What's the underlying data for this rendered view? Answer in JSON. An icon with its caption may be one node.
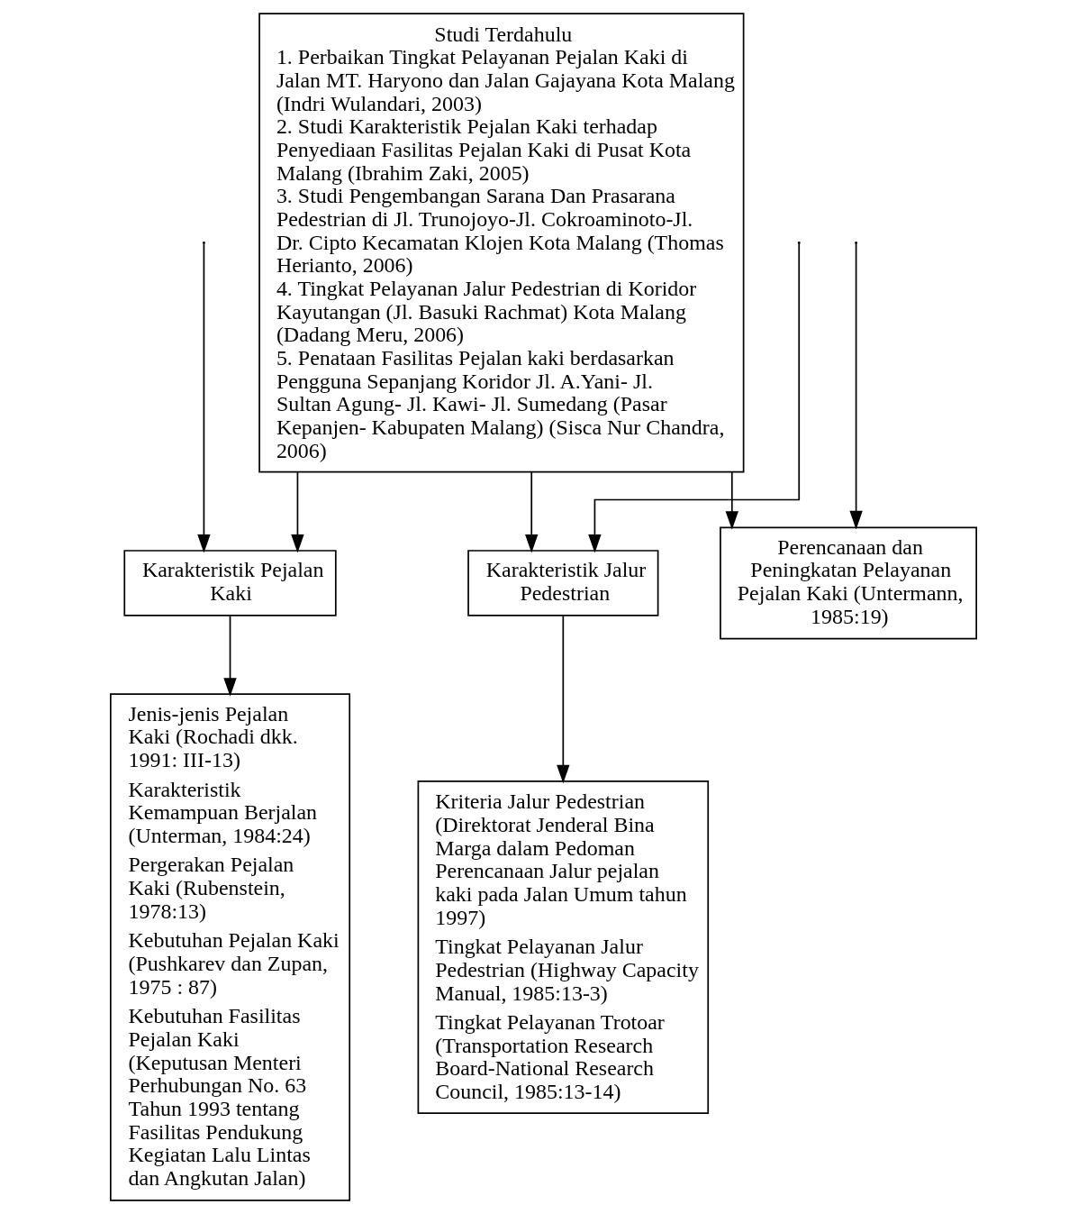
{
  "diagram": {
    "nodes": [
      {
        "text": [
          "Studi Terdahulu",
          "1. Perbaikan Tingkat Pelayanan Pejalan Kaki di Jalan MT. Haryono dan Jalan Gajayana Kota Malang (Indri Wulandari, 2003)",
          "2. Studi Karakteristik Pejalan Kaki terhadap Penyediaan Fasilitas Pejalan Kaki di Pusat Kota Malang (Ibrahim Zaki, 2005)",
          "3. Studi Pengembangan Sarana Dan Prasarana Pedestrian di Jl. Trunojoyo-Jl. Cokroaminoto-Jl. Dr. Cipto Kecamatan Klojen Kota Malang (Thomas Herianto, 2006)",
          "4. Tingkat Pelayanan Jalur Pedestrian di Koridor Kayutangan (Jl. Basuki Rachmat) Kota Malang (Dadang Meru, 2006)",
          "5. Penataan Fasilitas Pejalan kaki berdasarkan Pengguna Sepanjang Koridor Jl. A.Yani- Jl. Sultan Agung- Jl. Kawi- Jl. Sumedang (Pasar Kepanjen- Kabupaten Malang) (Sisca Nur Chandra, 2006)"
        ]
      },
      {
        "text": [
          "Karakteristik Pejalan Kaki"
        ]
      },
      {
        "text": [
          "Karakteristik Jalur Pedestrian"
        ]
      },
      {
        "text": [
          "Perencanaan dan Peningkatan Pelayanan Pejalan Kaki (Untermann, 1985:19)"
        ]
      },
      {
        "text": [
          "Jenis-jenis Pejalan Kaki (Rochadi dkk. 1991: III-13)",
          "Karakteristik Kemampuan Berjalan (Unterman, 1984:24)",
          "Pergerakan Pejalan Kaki (Rubenstein, 1978:13)",
          "Kebutuhan Pejalan Kaki (Pushkarev dan Zupan, 1975 : 87)",
          "Kebutuhan Fasilitas Pejalan Kaki (Keputusan Menteri Perhubungan No. 63 Tahun 1993 tentang Fasilitas Pendukung Kegiatan Lalu Lintas dan Angkutan Jalan)"
        ]
      },
      {
        "text": [
          "Kriteria Jalur Pedestrian (Direktorat Jenderal Bina Marga dalam Pedoman Perencanaan Jalur pejalan kaki pada Jalan Umum tahun 1997)",
          "Tingkat Pelayanan Jalur Pedestrian (Highway Capacity Manual, 1985:13-3)",
          "Tingkat Pelayanan Trotoar (Transportation Research Board-National Research Council, 1985:13-14)"
        ]
      }
    ],
    "edges": [
      {
        "from": null,
        "to": 1,
        "arrow": "to"
      },
      {
        "from": null,
        "to": 2,
        "arrow": "to"
      },
      {
        "from": null,
        "to": 3,
        "arrow": "to"
      },
      {
        "from": 0,
        "to": 1,
        "arrow": "to"
      },
      {
        "from": 0,
        "to": 2,
        "arrow": "to"
      },
      {
        "from": 0,
        "to": 3,
        "arrow": "to"
      },
      {
        "from": 1,
        "to": 4,
        "arrow": "to"
      },
      {
        "from": 2,
        "to": 5,
        "arrow": "to"
      }
    ]
  }
}
